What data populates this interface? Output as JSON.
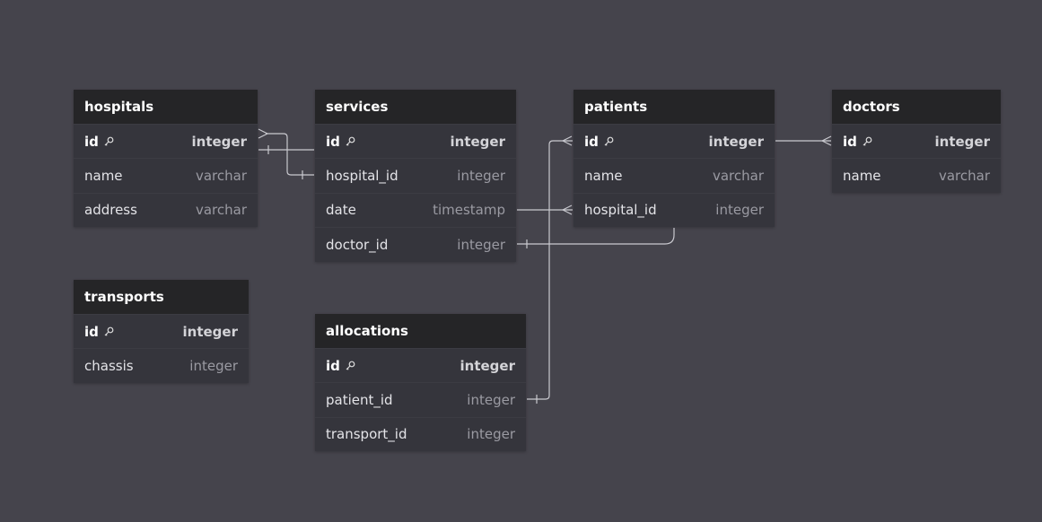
{
  "colors": {
    "background": "#45444c",
    "table_header": "#252527",
    "table_body": "#35353c",
    "connector": "#c9c9cf"
  },
  "tables": {
    "hospitals": {
      "title": "hospitals",
      "fields": [
        {
          "name": "id",
          "type": "integer",
          "pk": true
        },
        {
          "name": "name",
          "type": "varchar"
        },
        {
          "name": "address",
          "type": "varchar"
        }
      ]
    },
    "services": {
      "title": "services",
      "fields": [
        {
          "name": "id",
          "type": "integer",
          "pk": true
        },
        {
          "name": "hospital_id",
          "type": "integer"
        },
        {
          "name": "date",
          "type": "timestamp"
        },
        {
          "name": "doctor_id",
          "type": "integer"
        }
      ]
    },
    "patients": {
      "title": "patients",
      "fields": [
        {
          "name": "id",
          "type": "integer",
          "pk": true
        },
        {
          "name": "name",
          "type": "varchar"
        },
        {
          "name": "hospital_id",
          "type": "integer"
        }
      ]
    },
    "doctors": {
      "title": "doctors",
      "fields": [
        {
          "name": "id",
          "type": "integer",
          "pk": true
        },
        {
          "name": "name",
          "type": "varchar"
        }
      ]
    },
    "transports": {
      "title": "transports",
      "fields": [
        {
          "name": "id",
          "type": "integer",
          "pk": true
        },
        {
          "name": "chassis",
          "type": "integer"
        }
      ]
    },
    "allocations": {
      "title": "allocations",
      "fields": [
        {
          "name": "id",
          "type": "integer",
          "pk": true
        },
        {
          "name": "patient_id",
          "type": "integer"
        },
        {
          "name": "transport_id",
          "type": "integer"
        }
      ]
    }
  },
  "relations": [
    {
      "from": "services.hospital_id",
      "to": "hospitals.id",
      "from_end": "one",
      "to_end": "many"
    },
    {
      "from": "services.date",
      "to": "patients.hospital_id",
      "from_end": "none",
      "to_end": "many"
    },
    {
      "from": "services.doctor_id",
      "to": "patients.hospital_id",
      "from_end": "one",
      "to_end": "none"
    },
    {
      "from": "allocations.patient_id",
      "to": "patients.id",
      "from_end": "one",
      "to_end": "many"
    },
    {
      "from": "patients.id",
      "to": "doctors.id",
      "from_end": "none",
      "to_end": "many"
    }
  ]
}
